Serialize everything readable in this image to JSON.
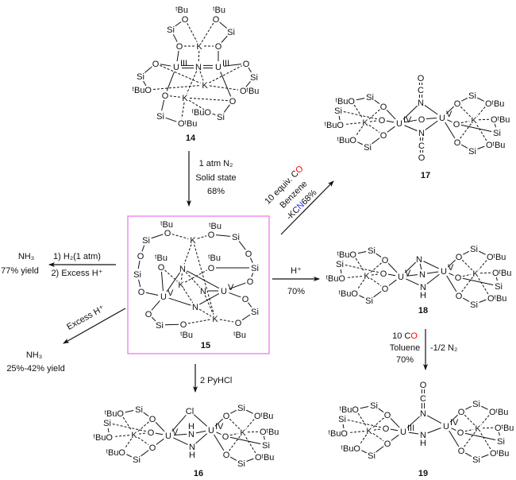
{
  "atoms": {
    "Si": "Si",
    "O": "O",
    "K": "K",
    "U": "U",
    "N": "N",
    "H": "H",
    "C": "C",
    "Cl": "Cl",
    "tBuO": "ᵗBuO",
    "OtBu": "OᵗBu",
    "tBu": "ᵗBu"
  },
  "colors": {
    "uranium": "#33cc33",
    "potassium": "#ff2a4a",
    "nitrogen": "#2b3cff",
    "oxygen_bridging": "#ff8c1a",
    "oxygen_co": "#ff0000",
    "highlight_box": "#f08cf0",
    "text": "#111111"
  },
  "compounds": {
    "c14": {
      "label": "14",
      "u_ox": [
        "III",
        "III"
      ]
    },
    "c15": {
      "label": "15",
      "u_ox": [
        "V",
        "V"
      ]
    },
    "c16": {
      "label": "16",
      "u_ox": [
        "V",
        "IV"
      ]
    },
    "c17": {
      "label": "17",
      "u_ox": [
        "IV",
        "V"
      ]
    },
    "c18": {
      "label": "18",
      "u_ox": [
        "V",
        "V"
      ]
    },
    "c19": {
      "label": "19",
      "u_ox": [
        "III",
        "IV"
      ]
    }
  },
  "reactions": {
    "r14_15": {
      "lines": [
        "1 atm N₂",
        "Solid state",
        "68%"
      ]
    },
    "r15_17": {
      "line1": [
        "10 equiv. C",
        "O"
      ],
      "line2": "Benzene",
      "line3": [
        "-KC",
        "N",
        "68%"
      ]
    },
    "r15_18": {
      "above": "H⁺",
      "below": "70%"
    },
    "r15_nh3_h2": {
      "above": "1) H₂(1 atm)",
      "below": "2) Excess H⁺",
      "product": "NH₃",
      "yield": "77% yield"
    },
    "r15_nh3_acid": {
      "label": "Excess H⁺",
      "product": "NH₃",
      "yield": "25%-42% yield"
    },
    "r15_16": {
      "label": "2 PyHCl"
    },
    "r18_19": {
      "line1": [
        "10 C",
        "O"
      ],
      "line2": "Toluene",
      "line3": "70%",
      "side": "-1/2 N₂"
    }
  }
}
